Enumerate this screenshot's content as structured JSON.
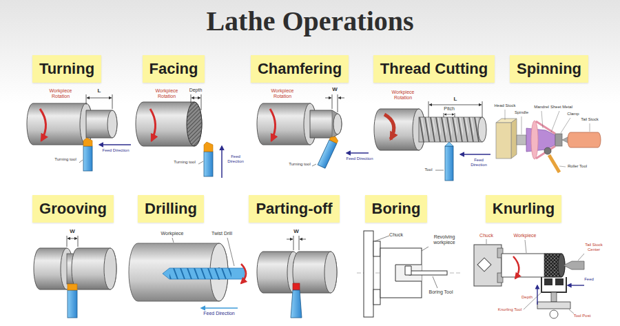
{
  "diagram": {
    "title": "Lathe Operations",
    "nodes": [
      {
        "text": [
          "Turning"
        ]
      },
      {
        "text": [
          "Facing"
        ]
      },
      {
        "text": [
          "Chamfering"
        ]
      },
      {
        "text": [
          "Thread Cutting"
        ]
      },
      {
        "text": [
          "Spinning"
        ]
      },
      {
        "text": [
          "Grooving"
        ]
      },
      {
        "text": [
          "Drilling"
        ]
      },
      {
        "text": [
          "Parting-off"
        ]
      },
      {
        "text": [
          "Boring"
        ]
      },
      {
        "text": [
          "Knurling"
        ]
      }
    ],
    "labels": [
      "Workpiece Rotation",
      "L",
      "Feed Direction",
      "Turning tool",
      "Workpiece Rotation",
      "Depth",
      "Turning tool",
      "Feed Direction",
      "Workpiece Rotation",
      "W",
      "Feed Direction",
      "Turning tool",
      "Workpiece Rotation",
      "L",
      "Pitch",
      "Feed Direction",
      "Tool",
      "Head Stock",
      "Spindle",
      "Mandrel",
      "Sheet Metal",
      "Clamp",
      "Tail Stock",
      "Roller Tool",
      "W",
      "Workpiece",
      "Twist Drill",
      "Feed Direction",
      "W",
      "Chuck",
      "Revolving workpiece",
      "Boring Tool",
      "Chuck",
      "Workpiece",
      "Tail Stock Center",
      "Depth",
      "Feed",
      "Knurling Tool",
      "Tool Post"
    ]
  }
}
